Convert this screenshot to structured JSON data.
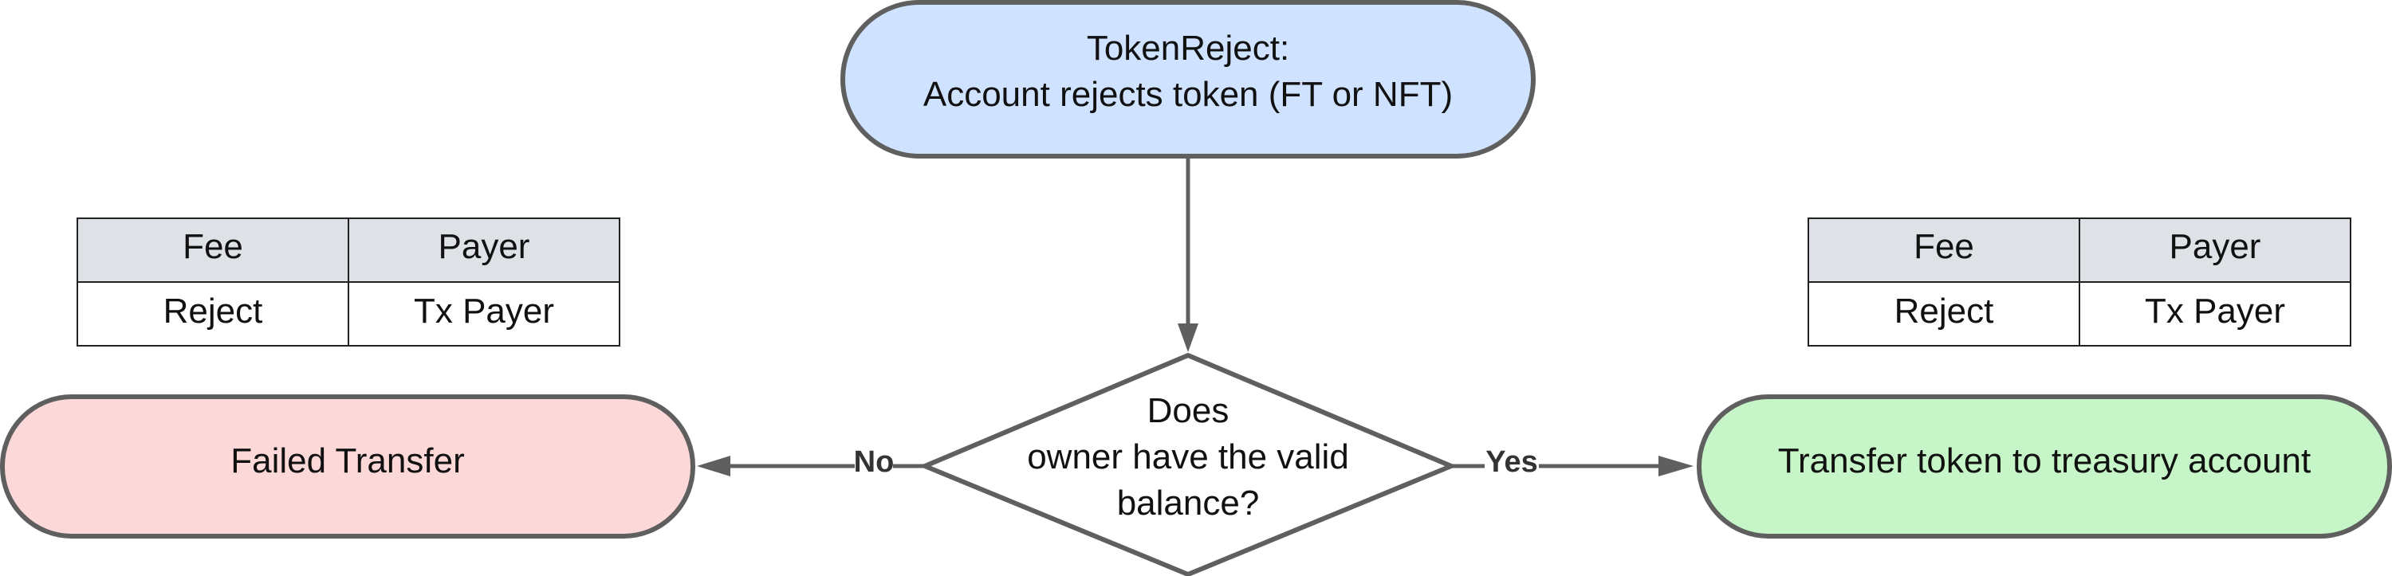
{
  "nodes": {
    "start": {
      "line1": "TokenReject:",
      "line2": "Account rejects token (FT or NFT)",
      "fill": "#cfe2ff"
    },
    "decision": {
      "line1": "Does",
      "line2": "owner have the valid",
      "line3": "balance?",
      "fill": "#ffffff"
    },
    "failed": {
      "label": "Failed Transfer",
      "fill": "#fdd8d8"
    },
    "success": {
      "label": "Transfer token to treasury account",
      "fill": "#c6f5c8"
    }
  },
  "edges": {
    "no_label": "No",
    "yes_label": "Yes"
  },
  "fee_tables": {
    "left": {
      "headers": [
        "Fee",
        "Payer"
      ],
      "row": [
        "Reject",
        "Tx Payer"
      ]
    },
    "right": {
      "headers": [
        "Fee",
        "Payer"
      ],
      "row": [
        "Reject",
        "Tx Payer"
      ]
    },
    "header_fill": "#dee2e6"
  },
  "colors": {
    "stroke": "#5f5f5f",
    "text": "#111111"
  }
}
